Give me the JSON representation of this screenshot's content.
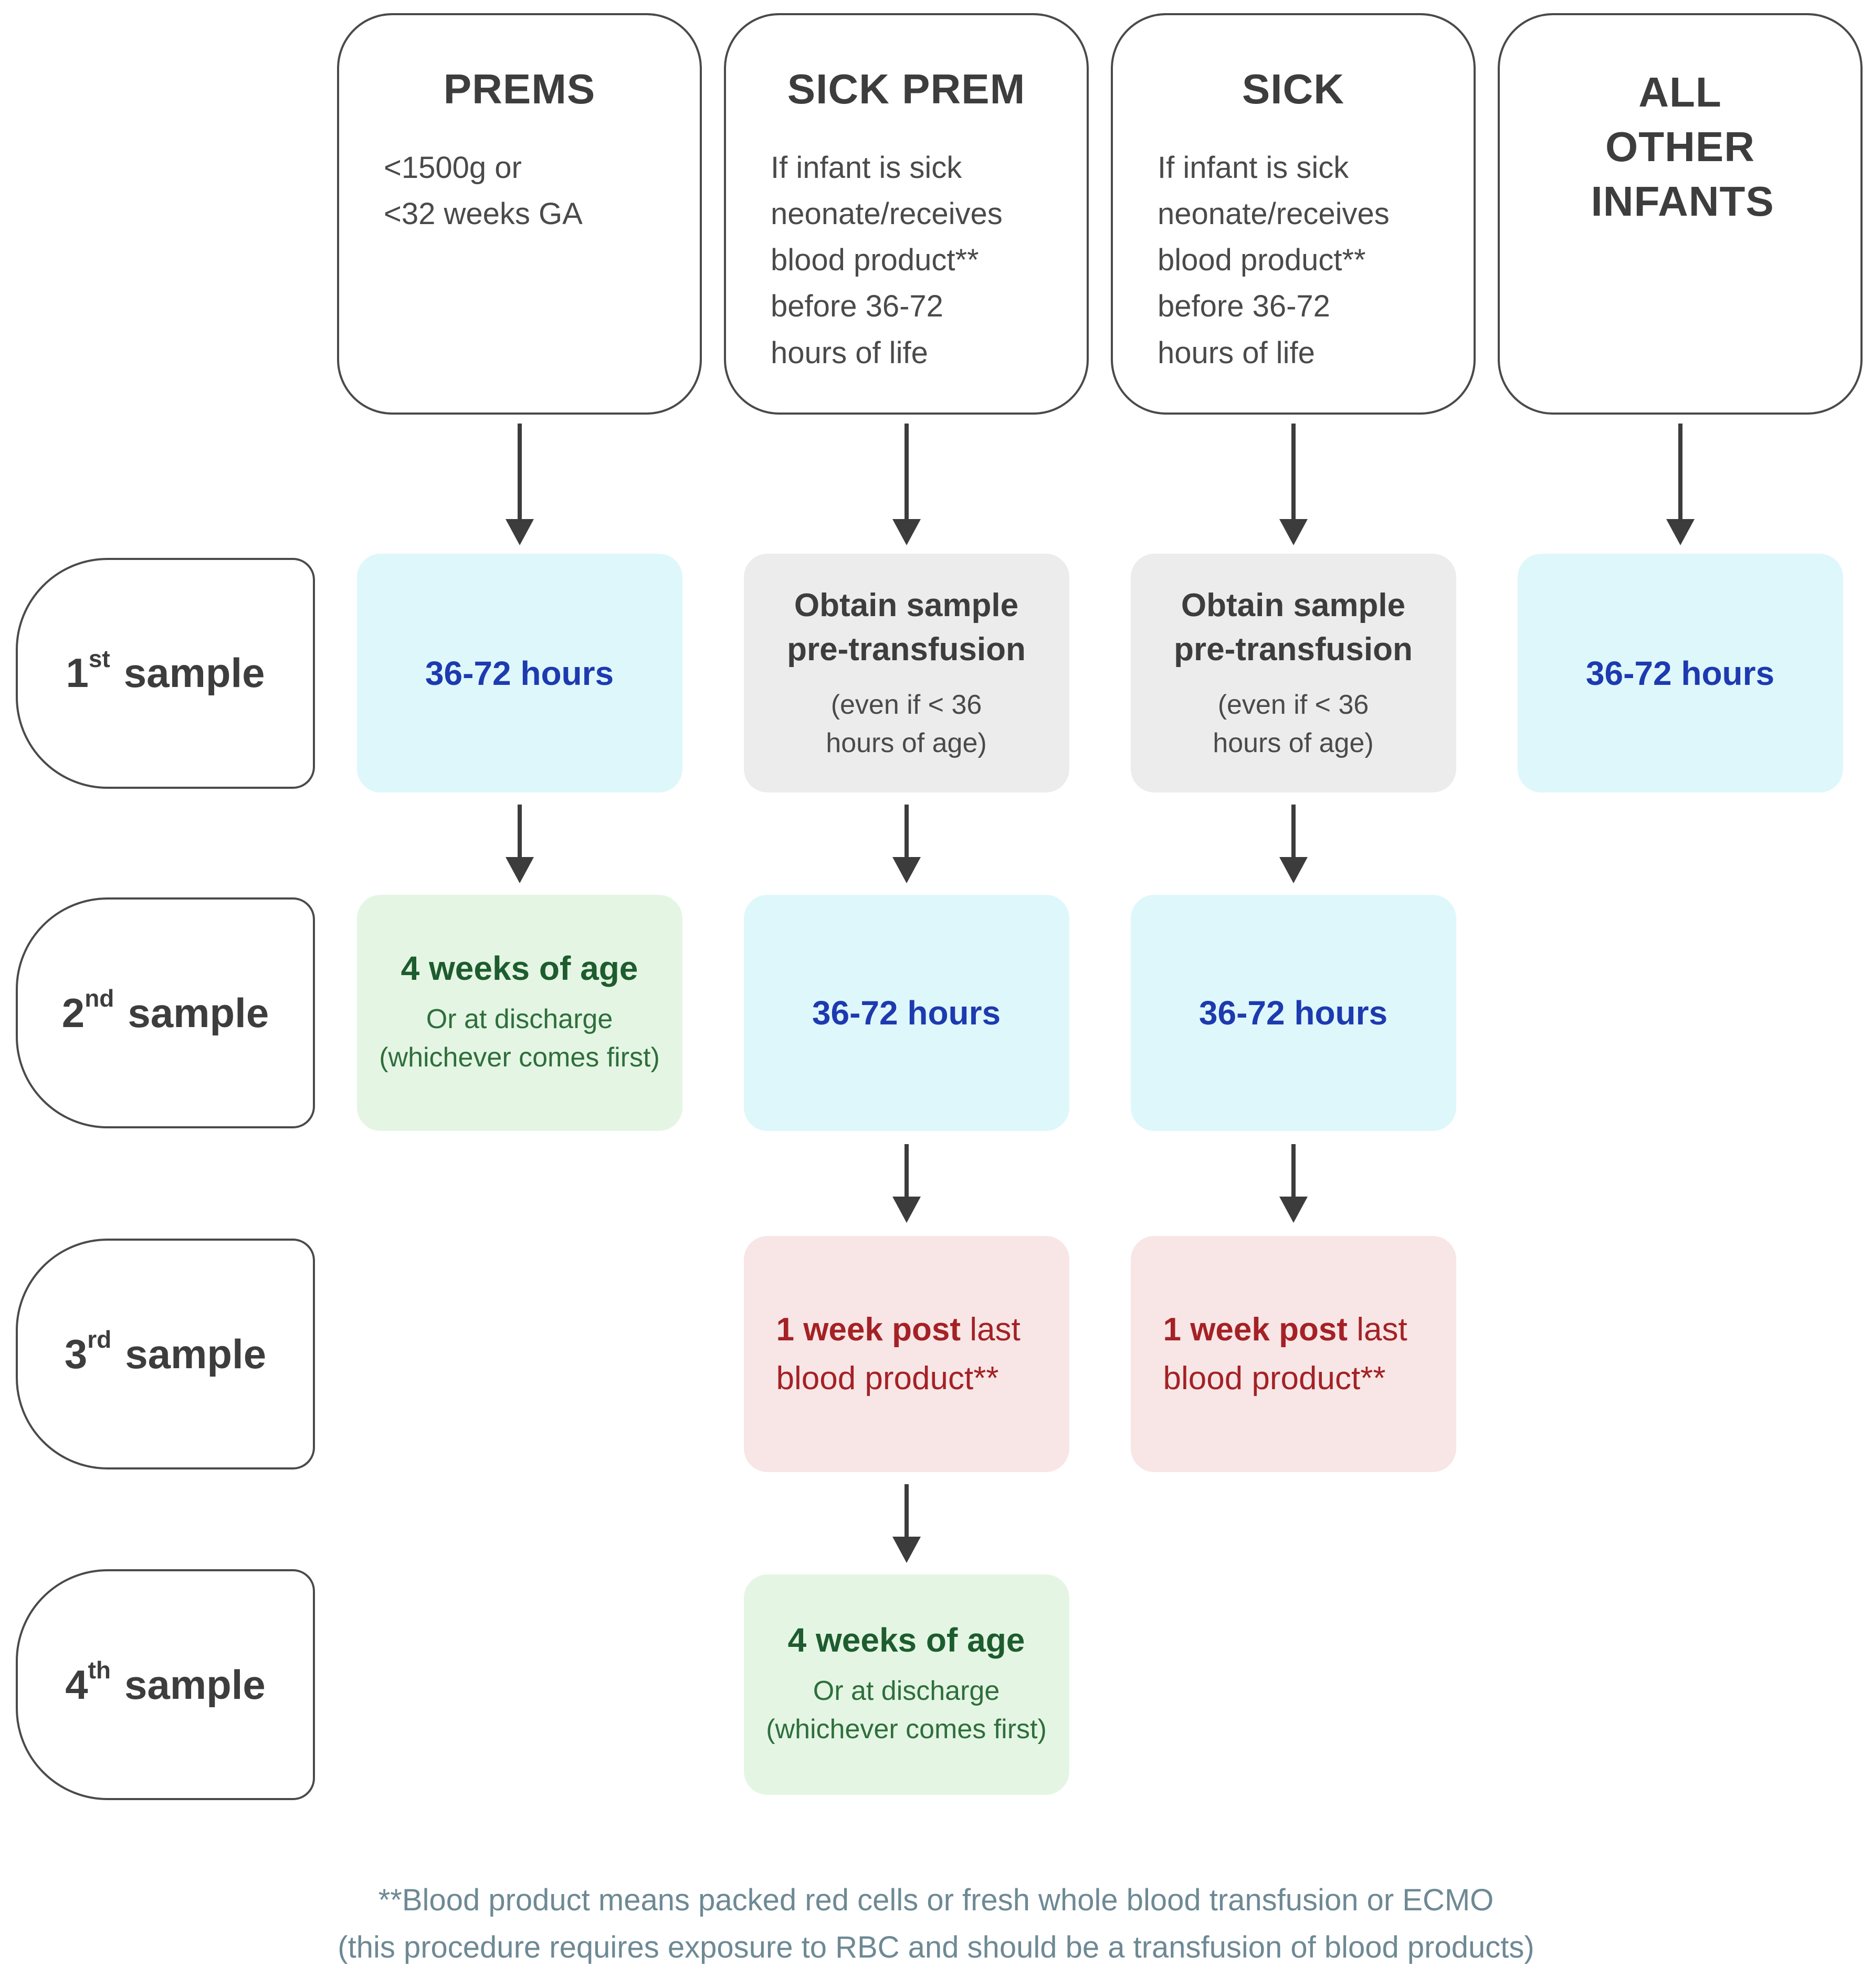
{
  "colors": {
    "background": "#ffffff",
    "outline": "#4a4a4a",
    "arrow": "#3c3c3c",
    "cyan_bg": "#def7fb",
    "blue_text": "#1d3ab0",
    "gray_bg": "#ececec",
    "green_bg": "#e4f6e3",
    "green_text": "#1d5c2e",
    "pink_bg": "#f8e6e6",
    "red_text": "#a42125",
    "footnote_text": "#6d8994"
  },
  "columns": [
    {
      "title": "PREMS",
      "description": "<1500g or\n<32 weeks GA"
    },
    {
      "title": "SICK PREM",
      "description": "If infant is sick\nneonate/receives\nblood product**\nbefore 36-72\nhours of life"
    },
    {
      "title": "SICK",
      "description": "If infant is sick\nneonate/receives\nblood product**\nbefore 36-72\nhours of life"
    },
    {
      "title": "ALL OTHER INFANTS",
      "description": ""
    }
  ],
  "row_labels": [
    {
      "ordinal": "1",
      "suffix": "st",
      "word": "sample"
    },
    {
      "ordinal": "2",
      "suffix": "nd",
      "word": "sample"
    },
    {
      "ordinal": "3",
      "suffix": "rd",
      "word": "sample"
    },
    {
      "ordinal": "4",
      "suffix": "th",
      "word": "sample"
    }
  ],
  "cells": {
    "r1_prems": {
      "text": "36-72 hours"
    },
    "r1_sick_prem": {
      "title": "Obtain sample\npre-transfusion",
      "note": "(even if < 36\nhours of age)"
    },
    "r1_sick": {
      "title": "Obtain sample\npre-transfusion",
      "note": "(even if < 36\nhours of age)"
    },
    "r1_all_other": {
      "text": "36-72 hours"
    },
    "r2_prems": {
      "title": "4 weeks of age",
      "note": "Or at discharge\n(whichever comes first)"
    },
    "r2_sick_prem": {
      "text": "36-72 hours"
    },
    "r2_sick": {
      "text": "36-72 hours"
    },
    "r3_sick_prem": {
      "bold": "1 week post",
      "rest": " last blood product**"
    },
    "r3_sick": {
      "bold": "1 week post",
      "rest": " last blood product**"
    },
    "r4_sick_prem": {
      "title": "4 weeks of age",
      "note": "Or at discharge\n(whichever comes first)"
    }
  },
  "footnote": {
    "line1": "**Blood product means packed red cells or fresh whole blood transfusion or ECMO",
    "line2": "(this procedure requires exposure to RBC and should be a transfusion of blood products)"
  }
}
